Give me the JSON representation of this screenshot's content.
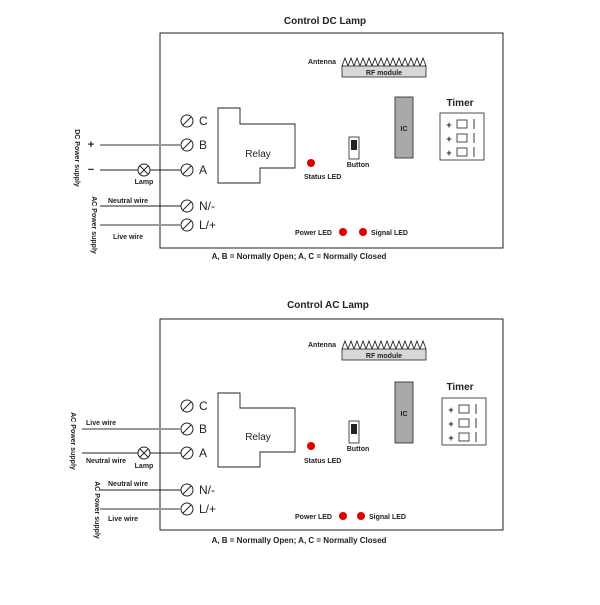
{
  "top": {
    "title": "Control DC Lamp",
    "antenna": "Antenna",
    "rf_module": "RF module",
    "ic": "IC",
    "timer": "Timer",
    "relay": "Relay",
    "button": "Button",
    "status_led": "Status LED",
    "power_led": "Power LED",
    "signal_led": "Signal LED",
    "terminal_c": "C",
    "terminal_b": "B",
    "terminal_a": "A",
    "terminal_n": "N/-",
    "terminal_l": "L/+",
    "plus": "+",
    "minus": "−",
    "lamp": "Lamp",
    "neutral_wire": "Neutral wire",
    "live_wire": "Live wire",
    "dc_supply": "DC Power supply",
    "ac_supply": "AC Power supply",
    "note": "A, B = Normally Open; A, C = Normally Closed"
  },
  "bottom": {
    "title": "Control AC Lamp",
    "antenna": "Antenna",
    "rf_module": "RF module",
    "ic": "IC",
    "timer": "Timer",
    "relay": "Relay",
    "button": "Button",
    "status_led": "Status LED",
    "power_led": "Power LED",
    "signal_led": "Signal LED",
    "terminal_c": "C",
    "terminal_b": "B",
    "terminal_a": "A",
    "terminal_n": "N/-",
    "terminal_l": "L/+",
    "live_wire_top": "Live wire",
    "neutral_wire_lamp": "Neutral wire",
    "lamp": "Lamp",
    "neutral_wire": "Neutral wire",
    "live_wire": "Live wire",
    "ac_supply_lamp": "AC Power supply",
    "ac_supply": "AC Power supply",
    "note": "A, B = Normally Open; A, C = Normally Closed"
  },
  "colors": {
    "led": "#e00000",
    "ic": "#a9a9a9",
    "rf": "#d8d8d8",
    "wire": "#999999"
  }
}
